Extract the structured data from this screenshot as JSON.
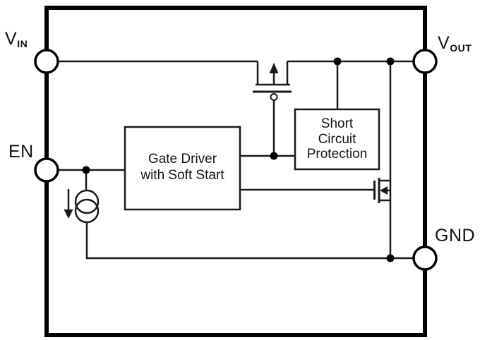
{
  "pins": {
    "vin": {
      "label": "V",
      "sub": "IN"
    },
    "en": {
      "label": "EN",
      "sub": ""
    },
    "vout": {
      "label": "V",
      "sub": "OUT"
    },
    "gnd": {
      "label": "GND",
      "sub": ""
    }
  },
  "blocks": {
    "gate_driver": {
      "line1": "Gate Driver",
      "line2": "with Soft Start"
    },
    "short_circuit_protection": {
      "line1": "Short",
      "line2": "Circuit",
      "line3": "Protection"
    }
  },
  "symbols": {
    "pass_transistor": "pmos-pass-fet",
    "discharge_transistor": "nmos-discharge-fet",
    "bias_source": "current-source",
    "bias_direction": "down-arrow"
  },
  "colors": {
    "line": "#000000",
    "wire": "#1a1a1a",
    "background": "#ffffff"
  }
}
